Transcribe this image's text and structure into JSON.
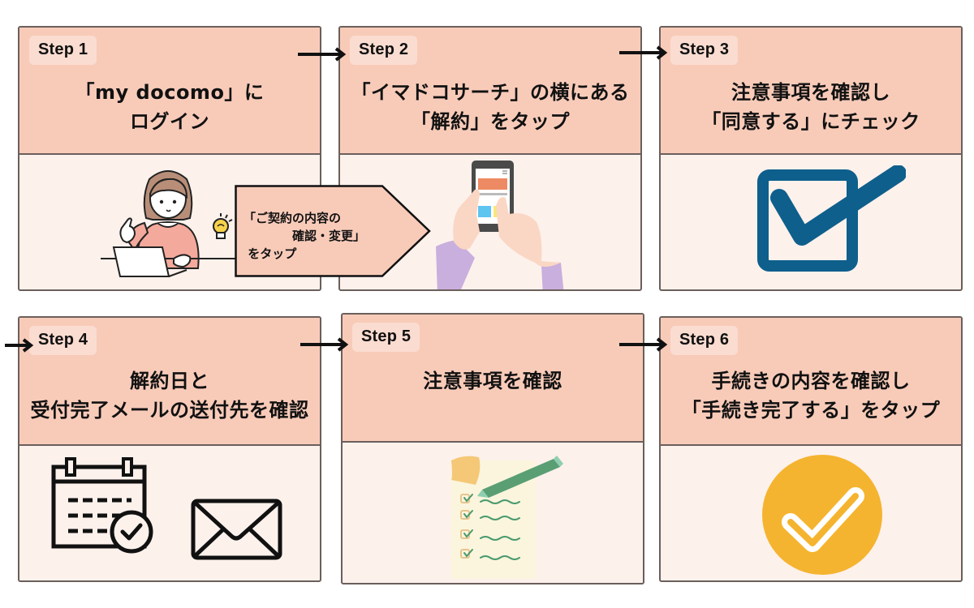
{
  "colors": {
    "header_bg": "#f8cbb9",
    "body_bg": "#fdf1ec",
    "badge_bg": "#fbdcd0",
    "border": "#6b5f5b",
    "checkbox_blue": "#0e5f8c",
    "success_orange": "#f5b42f",
    "phone_sleeve": "#c9afdd"
  },
  "steps": [
    {
      "label": "Step 1",
      "title": "「my docomo」に\nログイン",
      "illustration": "woman-with-laptop-icon",
      "callout": "「ご契約の内容の\n　　　　確認・変更」\n をタップ"
    },
    {
      "label": "Step 2",
      "title": "「イマドコサーチ」の横にある\n「解約」をタップ",
      "illustration": "smartphone-tap-icon"
    },
    {
      "label": "Step 3",
      "title": "注意事項を確認し\n「同意する」にチェック",
      "illustration": "checkbox-checked-icon"
    },
    {
      "label": "Step 4",
      "title": "解約日と\n受付完了メールの送付先を確認",
      "illustration": "calendar-check-and-envelope-icon"
    },
    {
      "label": "Step 5",
      "title": "注意事項を確認",
      "illustration": "checklist-with-pen-icon"
    },
    {
      "label": "Step 6",
      "title": "手続きの内容を確認し\n「手続き完了する」をタップ",
      "illustration": "circle-check-icon"
    }
  ]
}
